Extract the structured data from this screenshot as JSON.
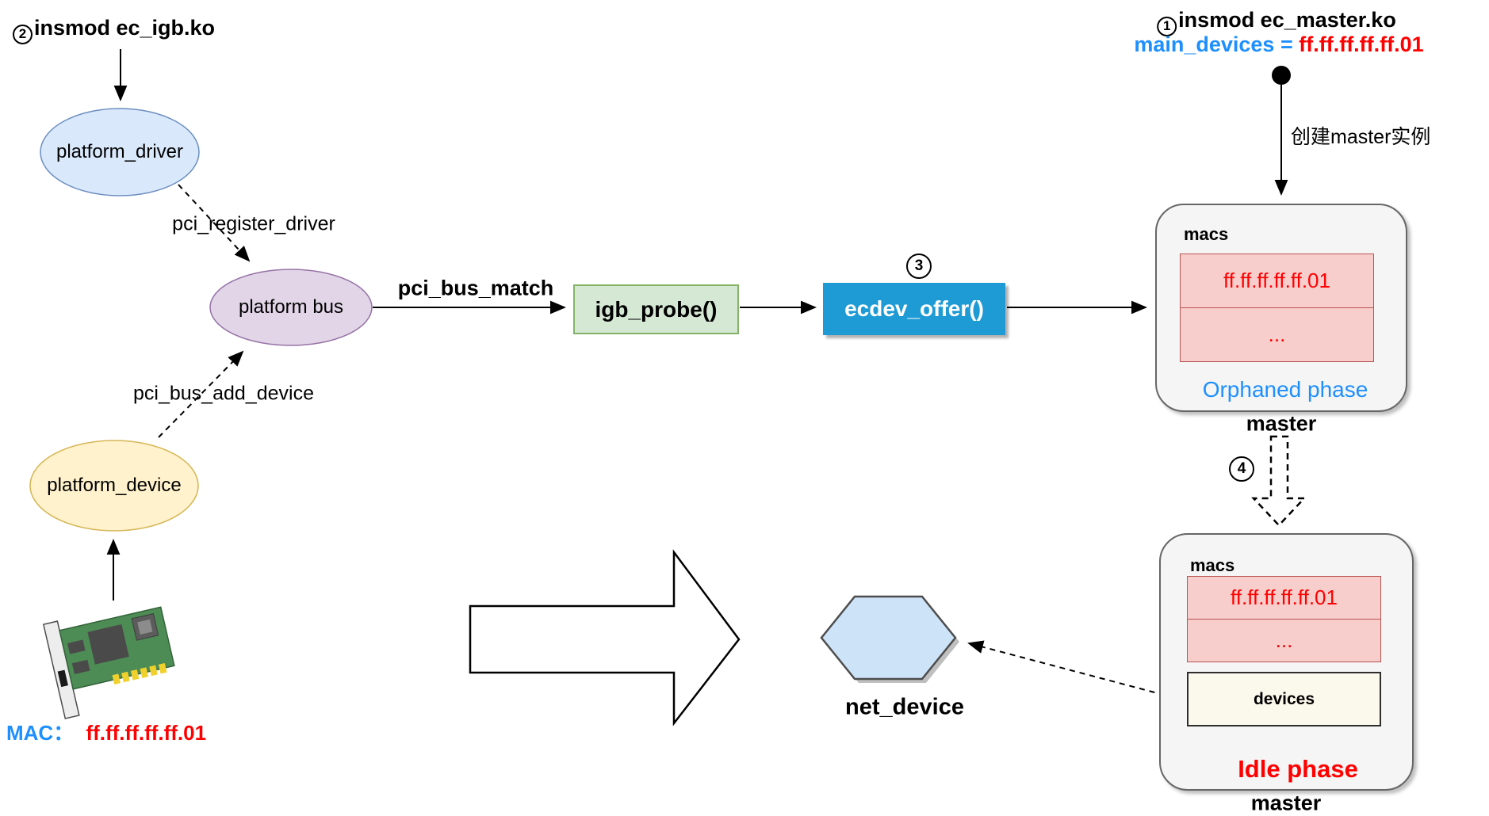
{
  "step2_title": {
    "num": "2",
    "text": "insmod ec_igb.ko"
  },
  "step1_title": {
    "num": "1",
    "text": "insmod ec_master.ko"
  },
  "main_devices": {
    "name": "main_devices",
    "eq": "=",
    "value": "ff.ff.ff.ff.ff.01"
  },
  "create_master_label": "创建master实例",
  "nodes": {
    "platform_driver": "platform_driver",
    "platform_bus": "platform bus",
    "platform_device": "platform_device",
    "igb_probe": "igb_probe()",
    "ecdev_offer": "ecdev_offer()",
    "net_device": "net_device"
  },
  "edges": {
    "pci_register_driver": "pci_register_driver",
    "pci_bus_add_device": "pci_bus_add_device",
    "pci_bus_match": "pci_bus_match",
    "step3": "3",
    "step4": "4"
  },
  "mac": {
    "label": "MAC：",
    "value": "ff.ff.ff.ff.ff.01"
  },
  "orphaned_master": {
    "macs": "macs",
    "rows": [
      "ff.ff.ff.ff.ff.01",
      "..."
    ],
    "phase": "Orphaned phase",
    "caption": "master"
  },
  "idle_master": {
    "macs": "macs",
    "rows": [
      "ff.ff.ff.ff.ff.01",
      "..."
    ],
    "devices": "devices",
    "phase": "Idle phase",
    "caption": "master"
  },
  "colors": {
    "accent_blue": "#1e8fff",
    "value_red": "#ff0000",
    "ellipse_blue_fill": "#dae8fc",
    "ellipse_blue_stroke": "#6c8ebf",
    "ellipse_purple_fill": "#e1d5e7",
    "ellipse_purple_stroke": "#9673a6",
    "ellipse_yellow_fill": "#fff2cc",
    "ellipse_yellow_stroke": "#d6b656",
    "green_box_fill": "#d5e8d4",
    "green_box_stroke": "#82b366",
    "blue_box_fill": "#1e9ad5",
    "table_fill": "#f8cecc",
    "table_stroke": "#b85450",
    "hexagon_fill": "#cde3f8",
    "master_fill": "#f5f5f5",
    "devices_fill": "#fbf8ec",
    "card_green": "#4e8c55"
  }
}
